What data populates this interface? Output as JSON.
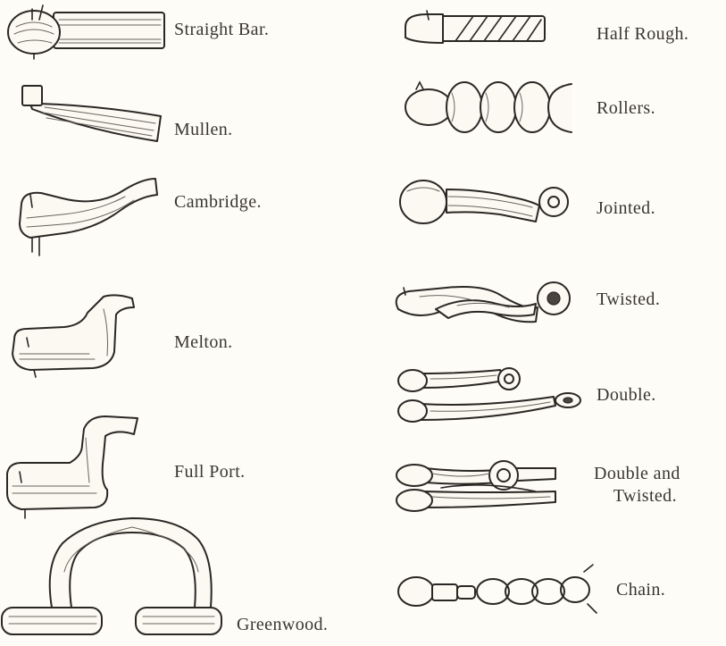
{
  "figures": [
    {
      "label": "Straight Bar."
    },
    {
      "label": "Mullen."
    },
    {
      "label": "Cambridge."
    },
    {
      "label": "Melton."
    },
    {
      "label": "Full Port."
    },
    {
      "label": "Greenwood."
    },
    {
      "label": "Half Rough."
    },
    {
      "label": "Rollers."
    },
    {
      "label": "Jointed."
    },
    {
      "label": "Twisted."
    },
    {
      "label": "Double."
    },
    {
      "label_line1": "Double and",
      "label_line2": "Twisted."
    },
    {
      "label": "Chain."
    }
  ]
}
